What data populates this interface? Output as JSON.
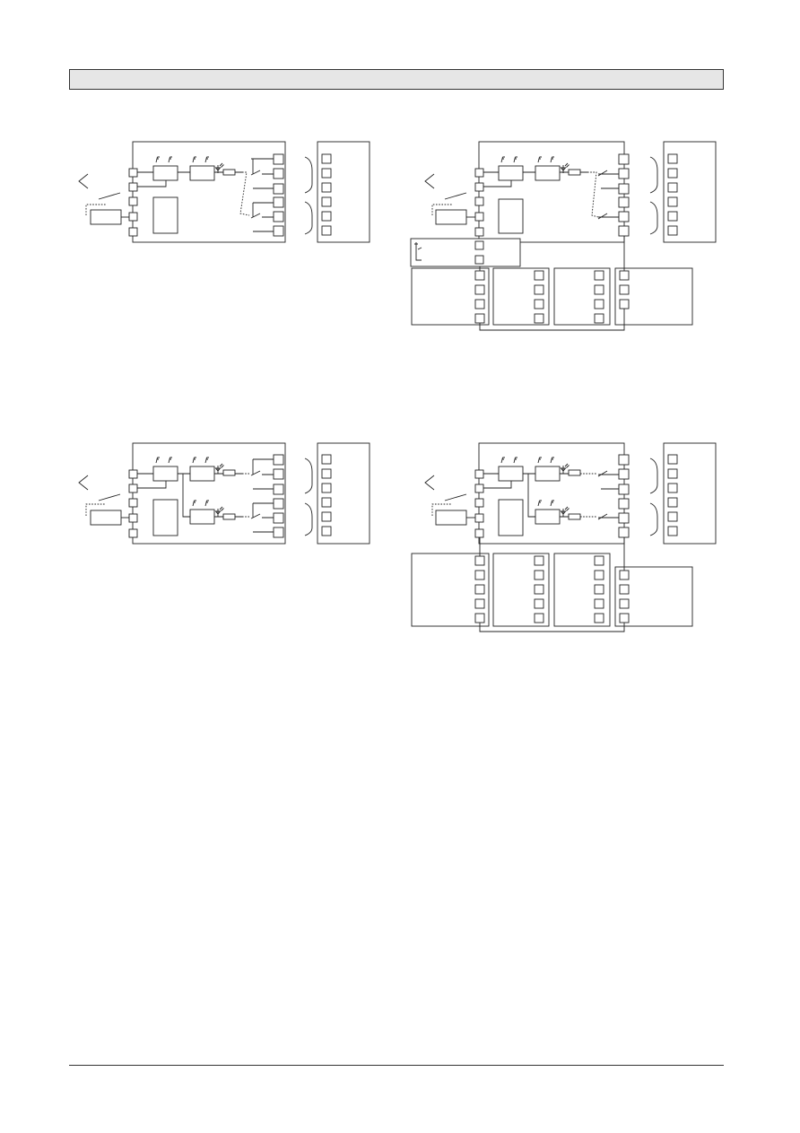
{
  "page": {
    "header_text": "",
    "footer_text": ""
  },
  "diagrams": [
    {
      "name": "wiring-diagram-1",
      "variant": "single-channel"
    },
    {
      "name": "wiring-diagram-2",
      "variant": "single-channel-expansion"
    },
    {
      "name": "wiring-diagram-3",
      "variant": "dual-channel"
    },
    {
      "name": "wiring-diagram-4",
      "variant": "dual-channel-expansion"
    }
  ],
  "colors": {
    "line": "#222222",
    "header_fill": "#e6e6e6"
  }
}
